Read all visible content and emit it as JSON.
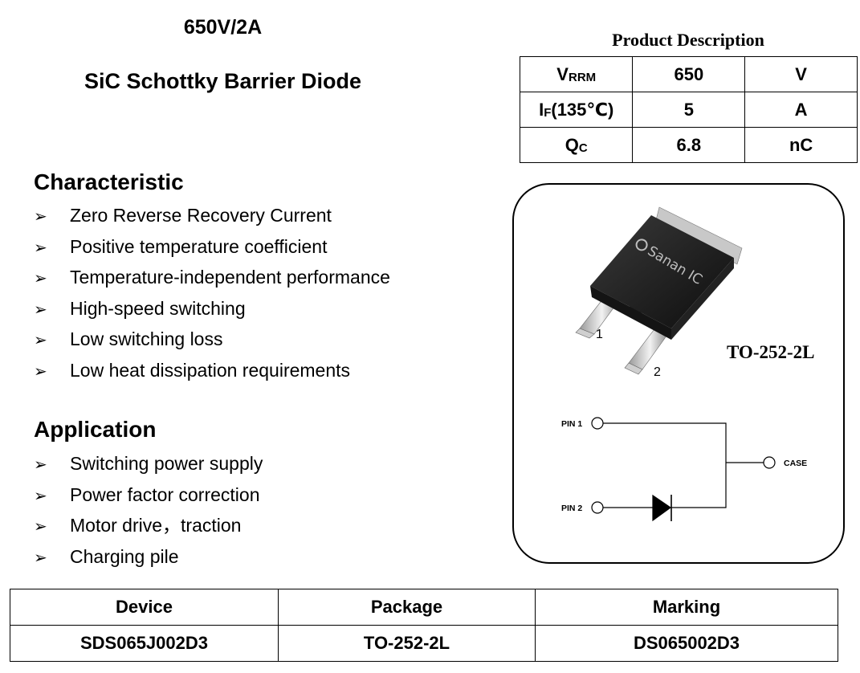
{
  "header": {
    "rating": "650V/2A",
    "title": "SiC Schottky Barrier Diode"
  },
  "characteristic": {
    "heading": "Characteristic",
    "items": [
      "Zero Reverse Recovery Current",
      "Positive temperature coefficient",
      "Temperature-independent performance",
      "High-speed switching",
      "Low switching loss",
      "Low heat dissipation requirements"
    ]
  },
  "application": {
    "heading": "Application",
    "items": [
      "Switching power supply",
      "Power factor correction",
      "Motor drive，traction",
      "Charging pile"
    ]
  },
  "bullet_glyph": "➢",
  "product_description": {
    "caption": "Product Description",
    "rows": [
      {
        "sym": "V",
        "sub": "RRM",
        "tail": "",
        "value": "650",
        "unit": "V"
      },
      {
        "sym": "I",
        "sub": "F",
        "tail": "(135℃)",
        "value": "5",
        "unit": "A"
      },
      {
        "sym": "Q",
        "sub": "C",
        "tail": "",
        "value": "6.8",
        "unit": "nC"
      }
    ]
  },
  "package": {
    "name": "TO-252-2L",
    "chip_marking": "Sanan IC",
    "pin_labels": [
      "1",
      "2"
    ],
    "schematic": {
      "pin1": "PIN 1",
      "pin2": "PIN 2",
      "case": "CASE"
    }
  },
  "device_table": {
    "headers": [
      "Device",
      "Package",
      "Marking"
    ],
    "row": [
      "SDS065J002D3",
      "TO-252-2L",
      "DS065002D3"
    ]
  }
}
